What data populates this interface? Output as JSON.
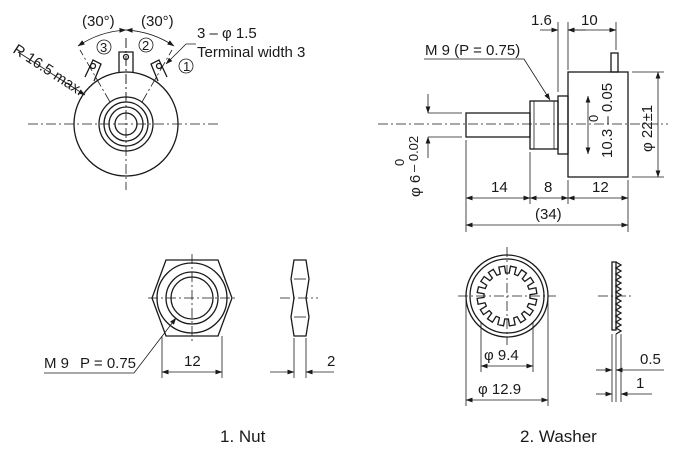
{
  "top_view": {
    "angle_left": "(30°)",
    "angle_right": "(30°)",
    "terminal_3": "3",
    "terminal_2": "2",
    "terminal_1": "1",
    "terminal_hole": "3 – φ 1.5",
    "terminal_width": "Terminal width 3",
    "radius": "R 16.5 max."
  },
  "side_view": {
    "dim_1_6": "1.6",
    "dim_10": "10",
    "thread": "M 9 (P = 0.75)",
    "bore_tol_upper": "0",
    "bore_tol_lower": "10.3 – 0.05",
    "body_dia": "φ 22±1",
    "shaft_dia": "φ 6",
    "shaft_tol_upper": "0",
    "shaft_tol_lower": "– 0.02",
    "dim_14": "14",
    "dim_8": "8",
    "dim_12": "12",
    "dim_34": "(34)"
  },
  "nut": {
    "thread": "M 9",
    "pitch": "P = 0.75",
    "width": "12",
    "thickness": "2",
    "caption": "1. Nut"
  },
  "washer": {
    "inner_dia": "φ 9.4",
    "outer_dia": "φ 12.9",
    "thickness_a": "0.5",
    "thickness_b": "1",
    "caption": "2. Washer"
  }
}
